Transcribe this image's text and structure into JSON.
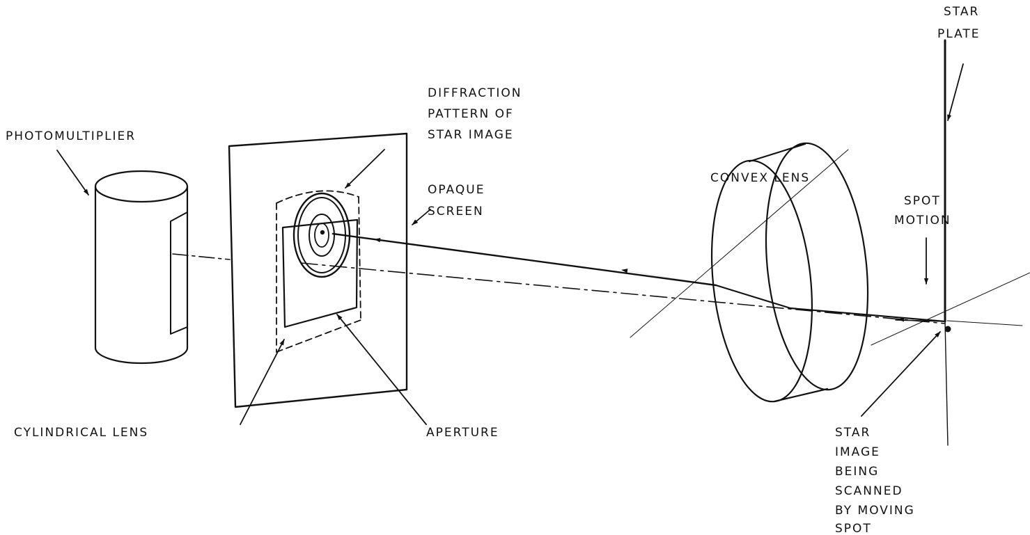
{
  "labels": {
    "photomultiplier": "PHOTOMULTIPLIER",
    "diffraction": [
      "DIFFRACTION",
      "PATTERN OF",
      "STAR IMAGE"
    ],
    "opaque_screen": [
      "OPAQUE",
      "SCREEN"
    ],
    "convex_lens": "CONVEX LENS",
    "star_plate": [
      "STAR",
      "PLATE"
    ],
    "spot_motion": [
      "SPOT",
      "MOTION"
    ],
    "cylindrical_lens": "CYLINDRICAL LENS",
    "aperture": "APERTURE",
    "star_image": [
      "STAR",
      "IMAGE",
      "BEING",
      "SCANNED",
      "BY MOVING",
      "SPOT"
    ]
  },
  "colors": {
    "ink": "#111111",
    "paper": "#ffffff"
  }
}
